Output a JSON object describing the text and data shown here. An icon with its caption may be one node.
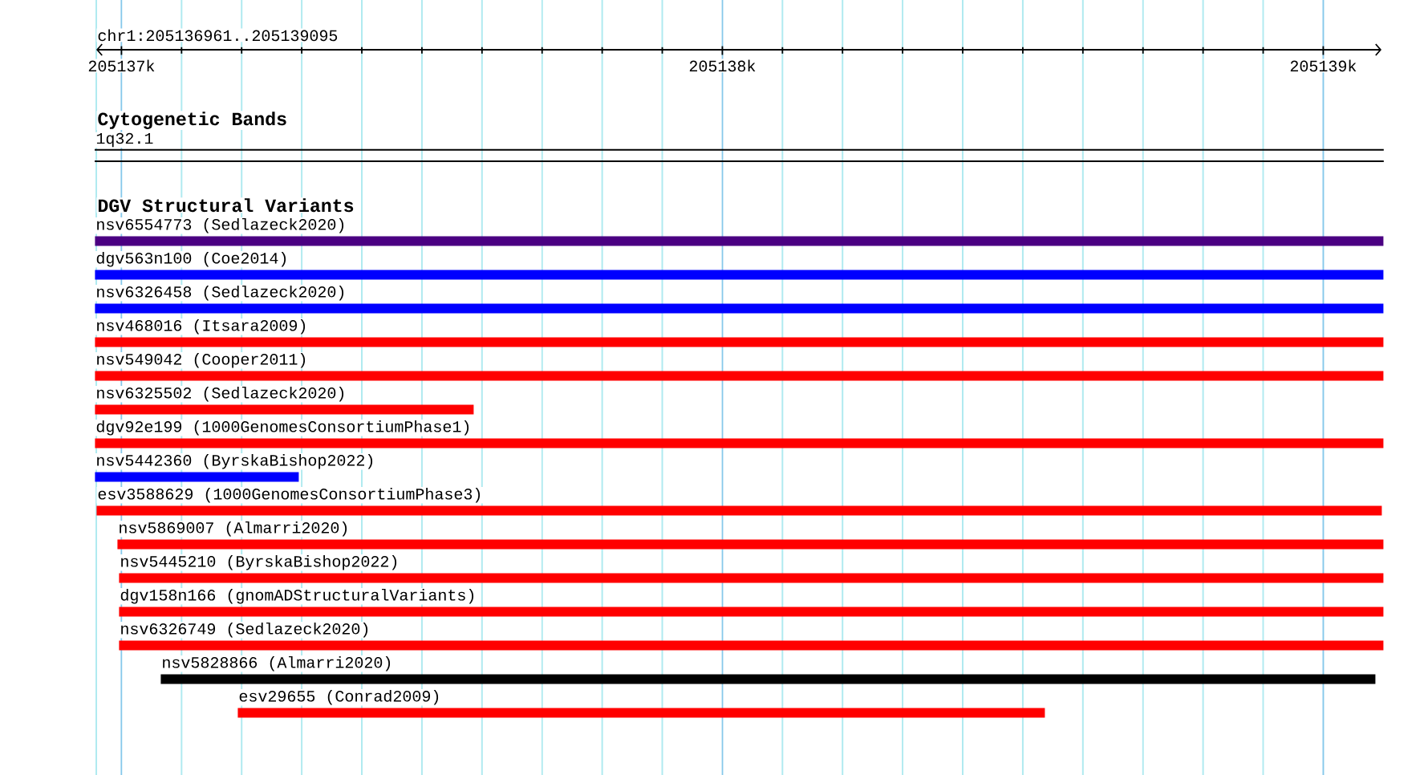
{
  "diagram": {
    "nodes": [
      {
        "text": [
          "1q32.1"
        ]
      },
      {
        "text": [
          "nsv6554773 (Sedlazeck2020)"
        ]
      },
      {
        "text": [
          "dgv563n100 (Coe2014)"
        ]
      },
      {
        "text": [
          "nsv6326458 (Sedlazeck2020)"
        ]
      },
      {
        "text": [
          "nsv468016 (Itsara2009)"
        ]
      },
      {
        "text": [
          "nsv549042 (Cooper2011)"
        ]
      },
      {
        "text": [
          "nsv6325502 (Sedlazeck2020)"
        ]
      },
      {
        "text": [
          "dgv92e199 (1000GenomesConsortiumPhase1)"
        ]
      },
      {
        "text": [
          "nsv5442360 (ByrskaBishop2022)"
        ]
      },
      {
        "text": [
          "esv3588629 (1000GenomesConsortiumPhase3)"
        ]
      },
      {
        "text": [
          "nsv5869007 (Almarri2020)"
        ]
      },
      {
        "text": [
          "nsv5445210 (ByrskaBishop2022)"
        ]
      },
      {
        "text": [
          "dgv158n166 (gnomADStructuralVariants)"
        ]
      },
      {
        "text": [
          "nsv6326749 (Sedlazeck2020)"
        ]
      },
      {
        "text": [
          "nsv5828866 (Almarri2020)"
        ]
      },
      {
        "text": [
          "esv29655 (Conrad2009)"
        ]
      }
    ],
    "labels": [
      "chr1:205136961..205139095",
      "205137k",
      "205138k",
      "205139k",
      "Cytogenetic Bands",
      "DGV Structural Variants"
    ]
  }
}
